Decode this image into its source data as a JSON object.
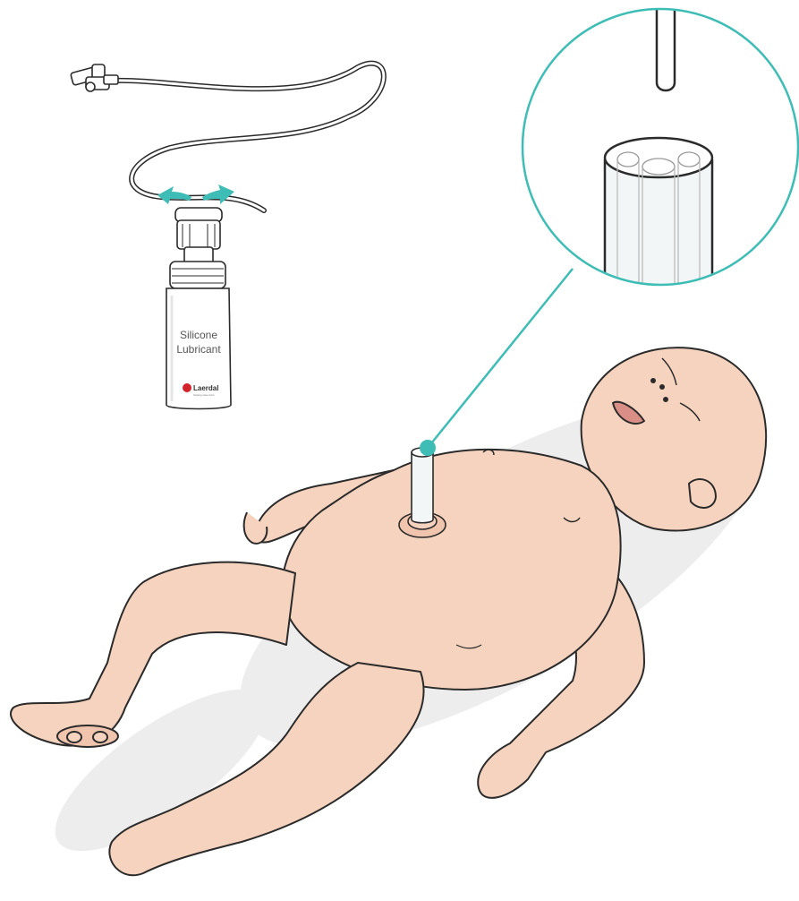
{
  "bottle": {
    "label_line1": "Silicone",
    "label_line2": "Lubricant",
    "brand": "Laerdal",
    "brand_tagline": "helping save lives"
  },
  "colors": {
    "accent": "#3DBDB5",
    "skin": "#F6D3BE",
    "skin_shadow": "#E9B49D",
    "outline": "#2B2B2B",
    "tube": "#EEF3F4",
    "bottle": "#FFFFFF",
    "logo_red": "#D2232A"
  },
  "icons": {
    "rotate_arrows": "bidirectional-rotate-arrows",
    "zoom_connector": "callout-line"
  }
}
